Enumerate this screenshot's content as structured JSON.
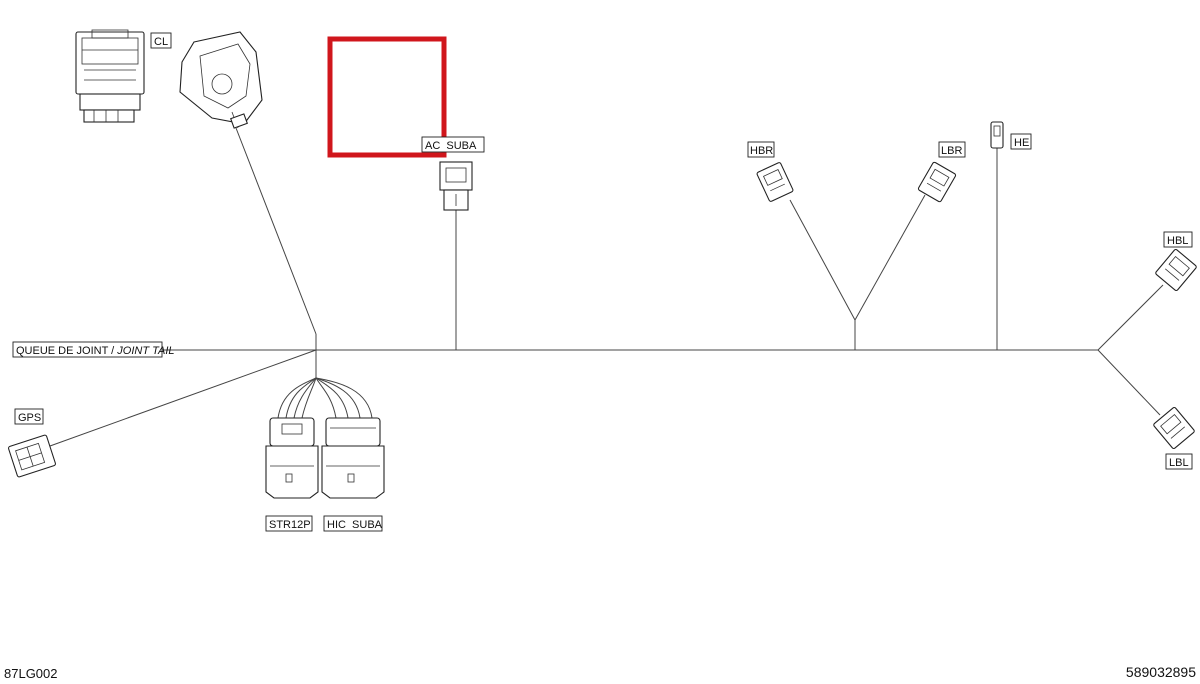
{
  "labels": {
    "cl": "CL",
    "ac_suba": "AC  SUBA",
    "hbr": "HBR",
    "lbr": "LBR",
    "he": "HE",
    "hbl": "HBL",
    "lbl": "LBL",
    "gps": "GPS",
    "str12p": "STR12P",
    "hic_suba": "HIC  SUBA",
    "tail_fr": "QUEUE DE JOINT / ",
    "tail_en": "JOINT TAIL"
  },
  "footer": {
    "diagram_code": "87LG002",
    "part_number": "589032895"
  },
  "highlight": {
    "color": "#d0161c"
  },
  "colors": {
    "line": "#444444"
  }
}
